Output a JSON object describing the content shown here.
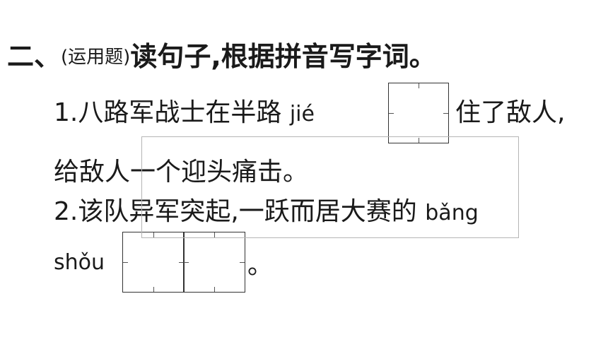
{
  "heading": {
    "number": "二、",
    "category": "(运用题)",
    "instruction": "读句子,根据拼音写字词。"
  },
  "questions": [
    {
      "num": "1.",
      "before": "八路军战士在半路",
      "pinyin": "jié",
      "after": "住了敌人,",
      "line2": "给敌人一个迎头痛击。"
    },
    {
      "num": "2.",
      "before": "该队异军突起,一跃而居大赛的",
      "pinyin_line1": "bǎng",
      "pinyin_line2": "shǒu",
      "end": "。"
    }
  ]
}
